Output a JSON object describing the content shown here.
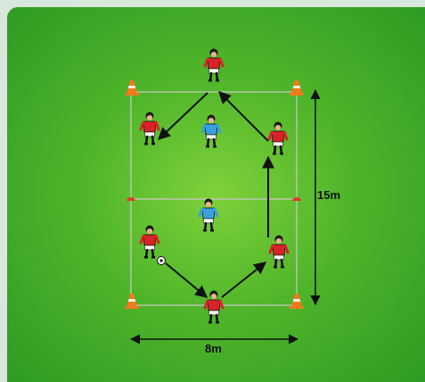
{
  "diagram": {
    "width_label": "8m",
    "length_label": "15m",
    "colors": {
      "pitch": "#3fa82a",
      "grid_line": "#b9c8b0",
      "arrow": "#111111",
      "cone": "#f07a1e",
      "marker": "#e03b2a",
      "red_team": "#d8232a",
      "blue_team": "#3aa0dc"
    },
    "players": [
      {
        "name": "red-player-top",
        "team": "red"
      },
      {
        "name": "red-player-upper-left",
        "team": "red"
      },
      {
        "name": "red-player-upper-right",
        "team": "red"
      },
      {
        "name": "blue-player-upper",
        "team": "blue"
      },
      {
        "name": "blue-player-lower",
        "team": "blue"
      },
      {
        "name": "red-player-lower-left",
        "team": "red",
        "has_ball": true
      },
      {
        "name": "red-player-lower-right",
        "team": "red"
      },
      {
        "name": "red-player-bottom",
        "team": "red"
      }
    ]
  }
}
